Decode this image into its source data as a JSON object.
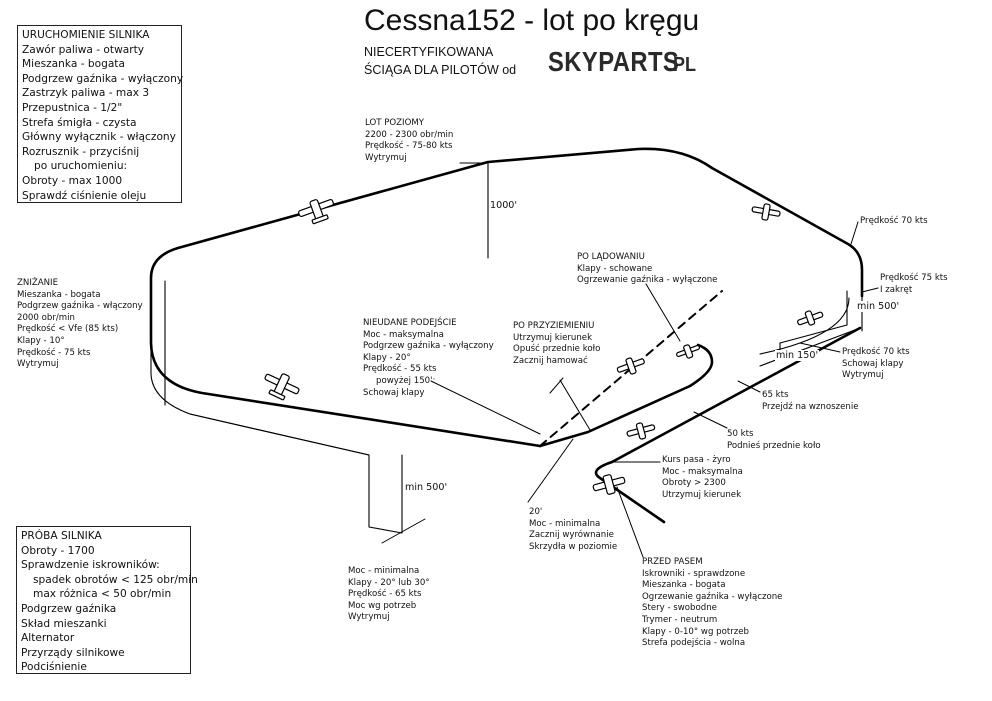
{
  "title": "Cessna152 - lot po kręgu",
  "subtitle_line1": "NIECERTYFIKOWANA",
  "subtitle_line2": "ŚCIĄGA DLA PILOTÓW od",
  "logo": {
    "main": "SKYPARTS",
    "suffix": ".PL"
  },
  "engine_start": {
    "lines": [
      "URUCHOMIENIE SILNIKA",
      "Zawór paliwa - otwarty",
      "Mieszanka - bogata",
      "Podgrzew gaźnika - wyłączony",
      "Zastrzyk paliwa - max 3",
      "Przepustnica - 1/2\"",
      "Strefa śmigła - czysta",
      "Główny wyłącznik - włączony",
      "Rozrusznik - przyciśnij",
      "po uruchomieniu:",
      "Obroty - max 1000",
      "Sprawdź ciśnienie oleju"
    ]
  },
  "engine_test": {
    "lines": [
      "PRÓBA SILNIKA",
      "Obroty - 1700",
      "Sprawdzenie iskrowników:",
      "spadek obrotów < 125 obr/min",
      "max różnica < 50 obr/min",
      "Podgrzew gaźnika",
      "Skład mieszanki",
      "Alternator",
      "Przyrządy silnikowe",
      "Podciśnienie"
    ]
  },
  "level_flight": {
    "lines": [
      "LOT POZIOMY",
      "2200 - 2300 obr/min",
      "Prędkość - 75-80 kts",
      "Wytrymuj"
    ]
  },
  "descent": {
    "lines": [
      "ZNIŻANIE",
      "Mieszanka - bogata",
      "Podgrzew gaźnika - włączony",
      "2000 obr/min",
      "Prędkość < Vfe (85 kts)",
      "Klapy - 10°",
      "Prędkość - 75 kts",
      "Wytrymuj"
    ]
  },
  "go_around": {
    "lines": [
      "NIEUDANE PODEJŚCIE",
      "Moc - maksymalna",
      "Podgrzew gaźnika - wyłączony",
      "Klapy - 20°",
      "Prędkość - 55 kts",
      "powyżej 150':",
      "Schowaj klapy"
    ]
  },
  "after_landing": {
    "lines": [
      "PO LĄDOWANIU",
      "Klapy - schowane",
      "Ogrzewanie gaźnika - wyłączone"
    ]
  },
  "after_touchdown": {
    "lines": [
      "PO PRZYZIEMIENIU",
      "Utrzymuj kierunek",
      "Opuść przednie koło",
      "Zacznij hamować"
    ]
  },
  "final": {
    "lines": [
      "Moc - minimalna",
      "Klapy - 20° lub 30°",
      "Prędkość - 65 kts",
      "Moc wg potrzeb",
      "Wytrymuj"
    ]
  },
  "flare": {
    "lines": [
      "20'",
      "Moc - minimalna",
      "Zacznij wyrównanie",
      "Skrzydła w poziomie"
    ]
  },
  "takeoff": {
    "lines": [
      "Kurs pasa - żyro",
      "Moc - maksymalna",
      "Obroty > 2300",
      "Utrzymuj kierunek"
    ]
  },
  "before_takeoff": {
    "lines": [
      "PRZED PASEM",
      "Iskrowniki - sprawdzone",
      "Mieszanka - bogata",
      "Ogrzewanie gaźnika - wyłączone",
      "Stery - swobodne",
      "Trymer - neutrum",
      "Klapy - 0-10° wg potrzeb",
      "Strefa podejścia - wolna"
    ]
  },
  "rotate": {
    "lines": [
      "50 kts",
      "Podnieś przednie koło"
    ]
  },
  "climb": {
    "lines": [
      "65 kts",
      "Przejdź na wznoszenie"
    ]
  },
  "climb_150": {
    "lines": [
      "Prędkość 70 kts",
      "Schowaj klapy",
      "Wytrymuj"
    ]
  },
  "turn1": {
    "lines": [
      "Prędkość 75 kts",
      "I zakręt"
    ]
  },
  "crosswind": {
    "lines": [
      "Prędkość 70 kts"
    ]
  },
  "altitudes": {
    "pattern": "1000'",
    "min500_left": "min 500'",
    "min500_right": "min 500'",
    "min150": "min 150'"
  }
}
